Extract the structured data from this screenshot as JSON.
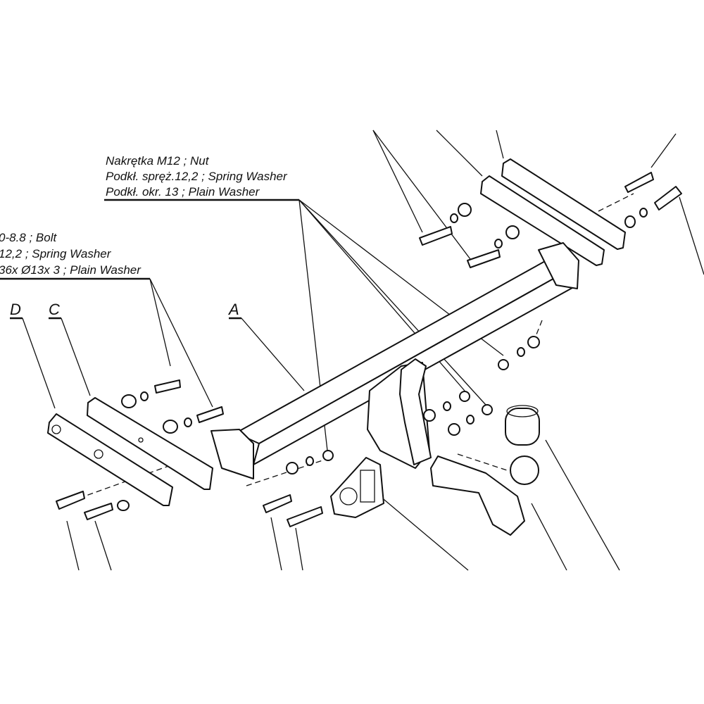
{
  "labels": {
    "nut_group": [
      "Nakrętka  M12 ; Nut",
      "Podkł. spręż.12,2 ; Spring Washer",
      "Podkł. okr. 13 ; Plain Washer"
    ],
    "bolt_group": [
      "0-8.8 ;  Bolt",
      "12,2 ; Spring Washer",
      "36x Ø13x 3 ; Plain Washer"
    ]
  },
  "part_letters": {
    "a": "A",
    "c": "C",
    "d": "D"
  }
}
